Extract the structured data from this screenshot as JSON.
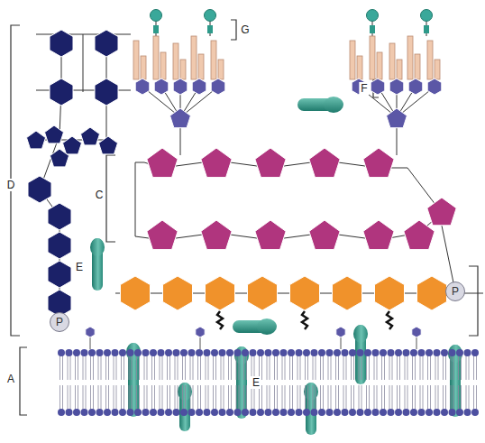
{
  "diagram": {
    "nodes": [
      {
        "text": [
          "P"
        ]
      },
      {
        "text": [
          "P"
        ]
      }
    ],
    "labels": [
      "G",
      "F",
      "C",
      "D",
      "E",
      "A",
      "E"
    ]
  }
}
